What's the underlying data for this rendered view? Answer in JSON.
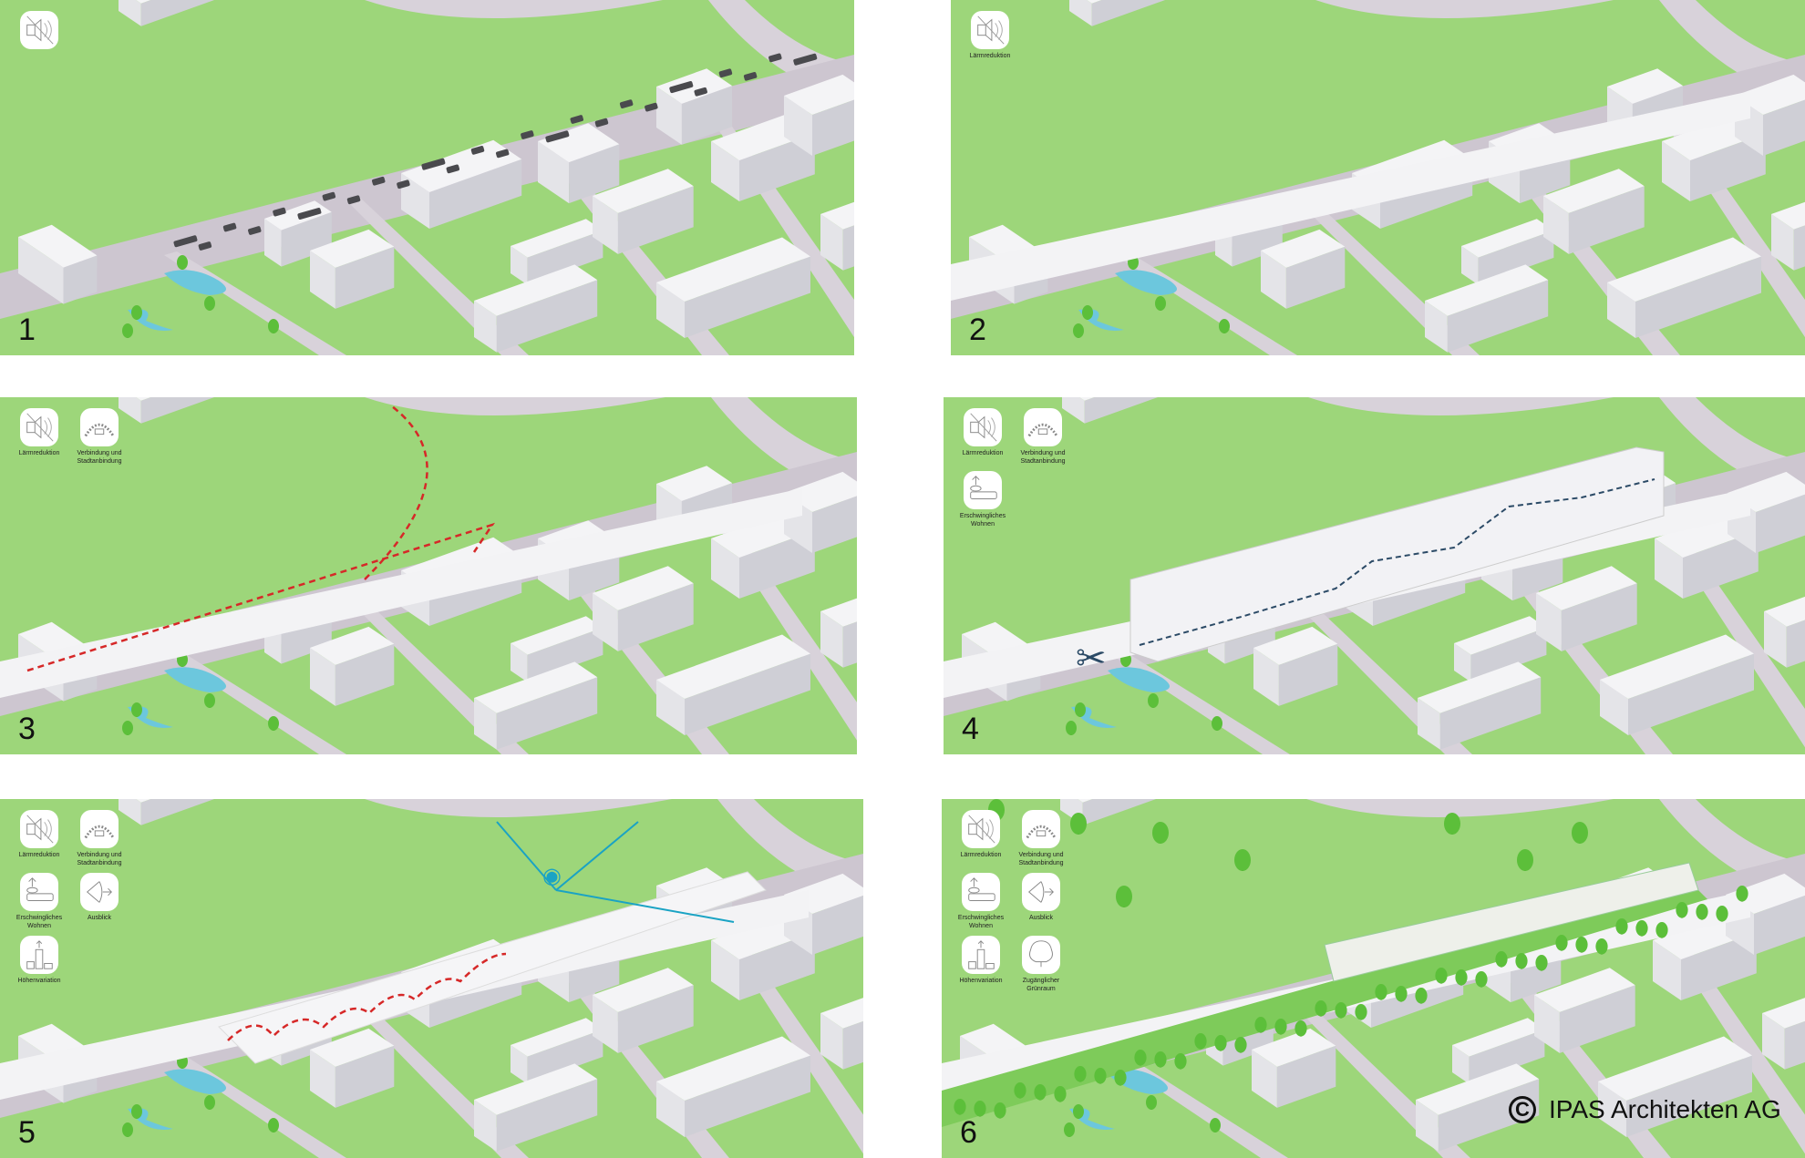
{
  "icon_labels": {
    "noise": "Lärmreduktion",
    "connection": "Verbindung und Stadtanbindung",
    "housing": "Erschwingliches Wohnen",
    "view": "Ausblick",
    "height": "Höhenvariation",
    "green": "Zugänglicher Grünraum"
  },
  "panels": [
    {
      "number": "1",
      "icons": [
        "noise"
      ],
      "show_labels": false
    },
    {
      "number": "2",
      "icons": [
        "noise"
      ],
      "show_labels": true
    },
    {
      "number": "3",
      "icons": [
        "noise",
        "connection"
      ],
      "show_labels": true
    },
    {
      "number": "4",
      "icons": [
        "noise",
        "connection",
        "housing"
      ],
      "show_labels": true
    },
    {
      "number": "5",
      "icons": [
        "noise",
        "connection",
        "housing",
        "view",
        "height"
      ],
      "show_labels": true
    },
    {
      "number": "6",
      "icons": [
        "noise",
        "connection",
        "housing",
        "view",
        "height",
        "green"
      ],
      "show_labels": true
    }
  ],
  "copyright": {
    "symbol": "C",
    "text": "IPAS Architekten AG"
  },
  "colors": {
    "grass": "#9dd67a",
    "road": "#d8d2da",
    "building_top": "#f4f4f6",
    "path_red": "#d62828",
    "view_cyan": "#1aa3c4",
    "water": "#6cc7dd"
  }
}
